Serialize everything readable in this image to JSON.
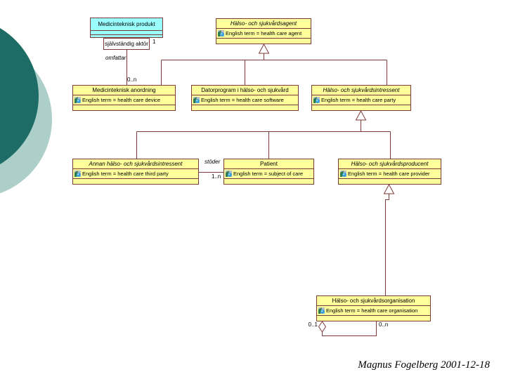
{
  "slide": {
    "signature": "Magnus Fogelberg 2001-12-18"
  },
  "colors": {
    "class_fill": "#ffff9c",
    "class_border": "#7e3a3a",
    "produkt_fill": "#99ffff",
    "line": "#7e3a3a",
    "circle_dark_teal": "#1e6c66",
    "circle_light_teal": "#accfc9"
  },
  "icons": {
    "term_icon": "globe-package-icon"
  },
  "classes": {
    "produkt": {
      "title": "Medicinteknisk produkt"
    },
    "agent": {
      "title": "Hälso- och sjukvårdsagent",
      "term": "English term = health care agent"
    },
    "anordning": {
      "title": "Medicinteknisk anordning",
      "term": "English term = health care device"
    },
    "datorprogram": {
      "title": "Datorprogram i hälso- och sjukvård",
      "term": "English term = health care software"
    },
    "intressent": {
      "title": "Hälso- och sjukvårdsintressent",
      "term": "English term = health care party"
    },
    "annan": {
      "title": "Annan hälso- och sjukvårdsintressent",
      "term": "English term = health care third party"
    },
    "patient": {
      "title": "Patient",
      "term": "English term = subject of care"
    },
    "producent": {
      "title": "Hälso- och sjukvårdsproducent",
      "term": "English term = health care provider"
    },
    "organisation": {
      "title": "Hälso- och sjukvårdsorganisation",
      "term": "English term = health care organisation"
    }
  },
  "labels": {
    "role": "självständig aktör",
    "mult_produkt": "1",
    "assoc_omfattar": "omfattar",
    "mult_omfattar": "0..n",
    "assoc_stoder": "stöder",
    "mult_stoder": "1..n",
    "mult_org_whole": "0..1",
    "mult_org_part": "0..n"
  }
}
